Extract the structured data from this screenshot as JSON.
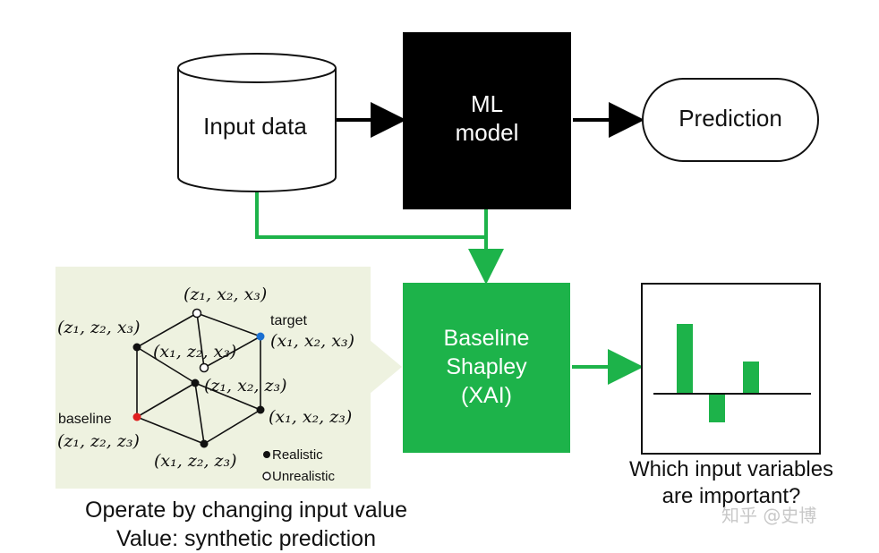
{
  "nodes": {
    "input_data": "Input data",
    "ml_model_line1": "ML",
    "ml_model_line2": "model",
    "prediction": "Prediction",
    "baseline_shapley_line1": "Baseline",
    "baseline_shapley_line2": "Shapley",
    "baseline_shapley_line3": "(XAI)"
  },
  "cube": {
    "top": "(z₁, x₂, x₃)",
    "upper_left": "(z₁, z₂, x₃)",
    "inner_top": "(x₁, z₂, x₃)",
    "target_label": "target",
    "target": "(x₁, x₂, x₃)",
    "inner_mid": "(z₁, x₂, z₃)",
    "baseline_label": "baseline",
    "right": "(x₁, x₂, z₃)",
    "baseline": "(z₁, z₂, z₃)",
    "bottom": "(x₁, z₂, z₃)",
    "legend_realistic": "Realistic",
    "legend_unrealistic": "Unrealistic"
  },
  "captions": {
    "left_line1": "Operate by changing input value",
    "left_line2": "Value: synthetic prediction",
    "question_line1": "Which input variables",
    "question_line2": "are important?"
  },
  "watermark": "知乎 @史博",
  "colors": {
    "accent_green": "#1db34a",
    "panel_bg": "#eef2e0",
    "target_dot": "#1a6fd1",
    "baseline_dot": "#e02020"
  }
}
